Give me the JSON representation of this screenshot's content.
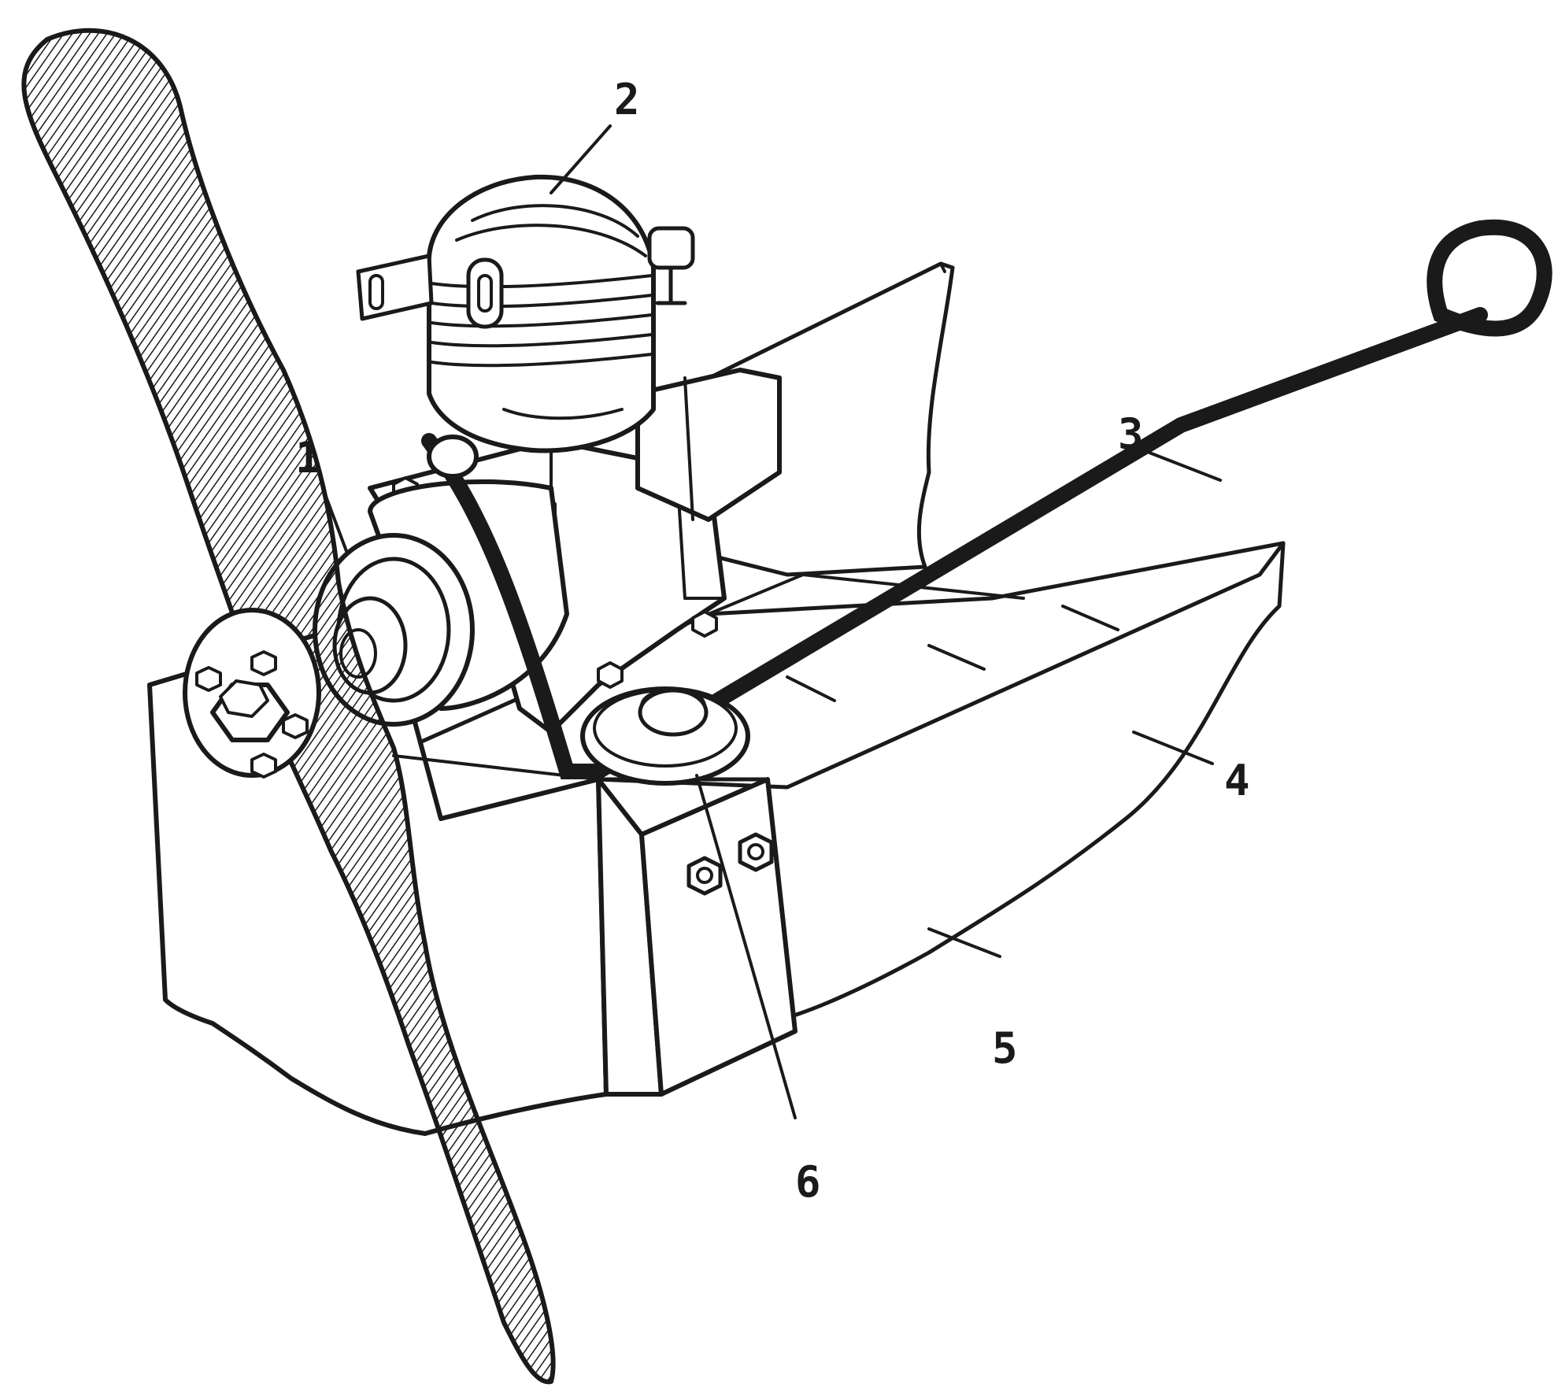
{
  "figure": {
    "ink_color": "#1a1a1a",
    "paper_color": "#ffffff"
  },
  "callouts": [
    {
      "id": "1",
      "label": "1"
    },
    {
      "id": "2",
      "label": "2"
    },
    {
      "id": "3",
      "label": "3"
    },
    {
      "id": "4",
      "label": "4"
    },
    {
      "id": "5",
      "label": "5"
    },
    {
      "id": "6",
      "label": "6"
    }
  ]
}
